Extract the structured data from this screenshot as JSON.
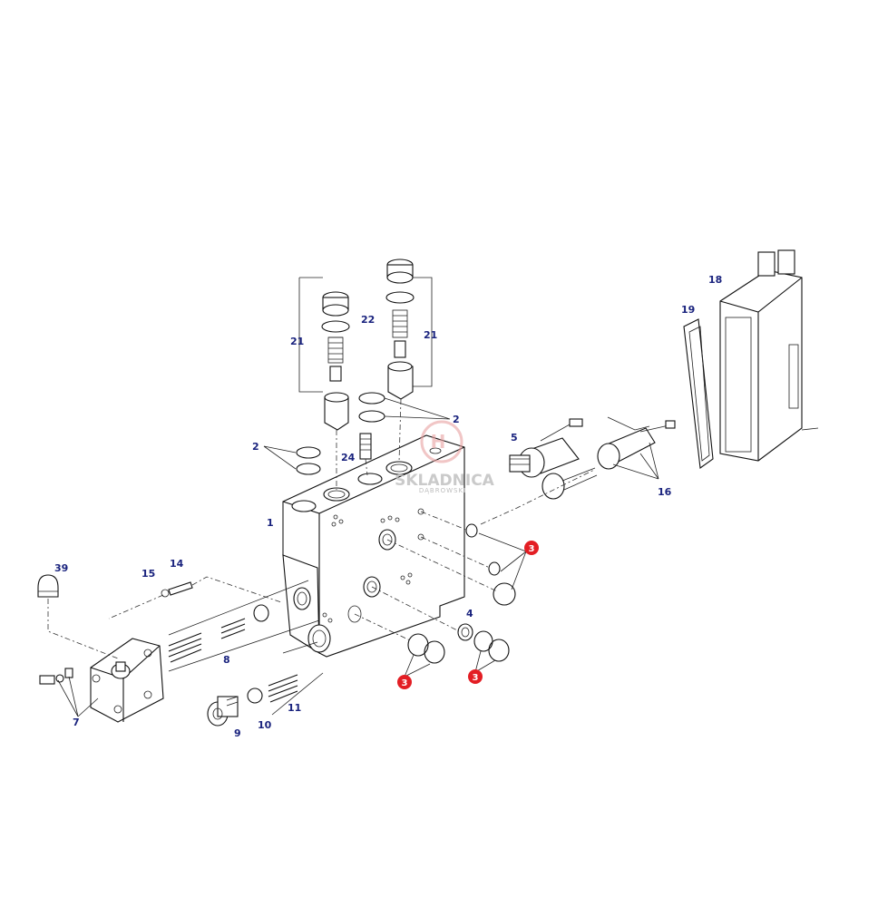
{
  "diagram": {
    "labels": {
      "l1": "1",
      "l2a": "2",
      "l2b": "2",
      "l3a": "3",
      "l3b": "3",
      "l3c": "3",
      "l4": "4",
      "l5": "5",
      "l7": "7",
      "l8": "8",
      "l9": "9",
      "l10": "10",
      "l11": "11",
      "l14": "14",
      "l15": "15",
      "l16": "16",
      "l18": "18",
      "l19": "19",
      "l21a": "21",
      "l21b": "21",
      "l22": "22",
      "l24": "24",
      "l39": "39"
    },
    "colors": {
      "label": "#1a237e",
      "marker": "#e31e24",
      "line": "#111111",
      "watermark": "#bdbdbd"
    }
  },
  "watermark": {
    "text": "SKLADNICA",
    "subtext": "DĄBROWSKI"
  }
}
